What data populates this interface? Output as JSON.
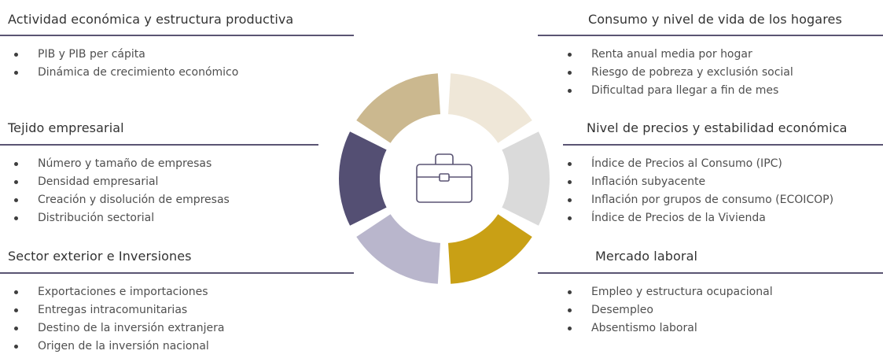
{
  "left": {
    "actividad": {
      "title": "Actividad económica y estructura productiva",
      "items": [
        "PIB y PIB per cápita",
        "Dinámica de crecimiento económico"
      ]
    },
    "tejido": {
      "title": "Tejido empresarial",
      "items": [
        "Número y tamaño de empresas",
        "Densidad empresarial",
        "Creación y disolución de empresas",
        "Distribución sectorial"
      ]
    },
    "exterior": {
      "title": "Sector exterior e Inversiones",
      "items": [
        "Exportaciones e importaciones",
        "Entregas intracomunitarias",
        "Destino de la inversión extranjera",
        "Origen de la inversión nacional"
      ]
    }
  },
  "right": {
    "consumo": {
      "title": "Consumo y nivel de vida de los hogares",
      "items": [
        "Renta anual media por hogar",
        "Riesgo de pobreza y exclusión social",
        "Dificultad para llegar a fin de mes"
      ]
    },
    "precios": {
      "title": "Nivel de precios y estabilidad económica",
      "items": [
        "Índice de Precios al Consumo (IPC)",
        "Inflación subyacente",
        "Inflación por grupos de consumo (ECOICOP)",
        "Índice de Precios de la Vivienda"
      ]
    },
    "laboral": {
      "title": "Mercado laboral",
      "items": [
        "Empleo y estructura ocupacional",
        "Desempleo",
        "Absentismo laboral"
      ]
    }
  },
  "wheel": {
    "center_icon": "briefcase-icon",
    "segment_colors": [
      "#efe7d8",
      "#dadada",
      "#c9a015",
      "#b9b6cc",
      "#544f73",
      "#cbb88f"
    ],
    "icon_color": "#5a5473"
  }
}
